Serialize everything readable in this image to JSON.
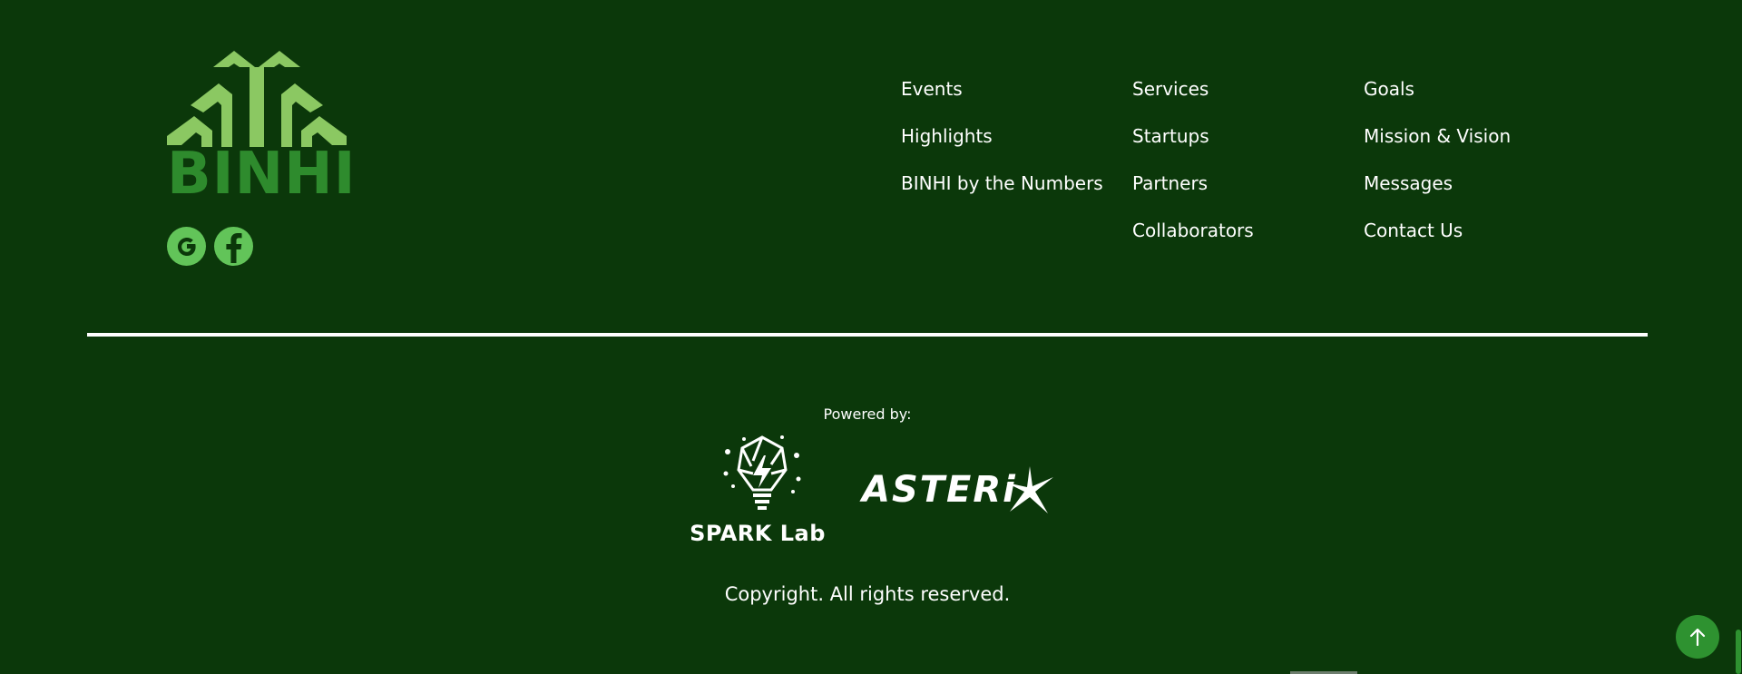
{
  "brand": {
    "name": "BINHI",
    "logo_icon": "sprouting-plant-logo",
    "color": "#2e8b2d",
    "accent": "#62c459"
  },
  "social": [
    {
      "name": "google",
      "icon": "google-icon"
    },
    {
      "name": "facebook",
      "icon": "facebook-icon"
    }
  ],
  "nav": {
    "col1": [
      "Events",
      "Highlights",
      "BINHI by the Numbers"
    ],
    "col2": [
      "Services",
      "Startups",
      "Partners",
      "Collaborators"
    ],
    "col3": [
      "Goals",
      "Mission & Vision",
      "Messages",
      "Contact Us"
    ]
  },
  "footer": {
    "powered_by": "Powered by:",
    "spark_lab": "SPARK Lab",
    "asterix": "ASTERi",
    "copyright": "Copyright. All rights reserved."
  },
  "back_to_top": {
    "icon": "arrow-up-icon"
  },
  "colors": {
    "background": "#0b380a",
    "text": "#ffffff",
    "button": "#2e9230"
  }
}
